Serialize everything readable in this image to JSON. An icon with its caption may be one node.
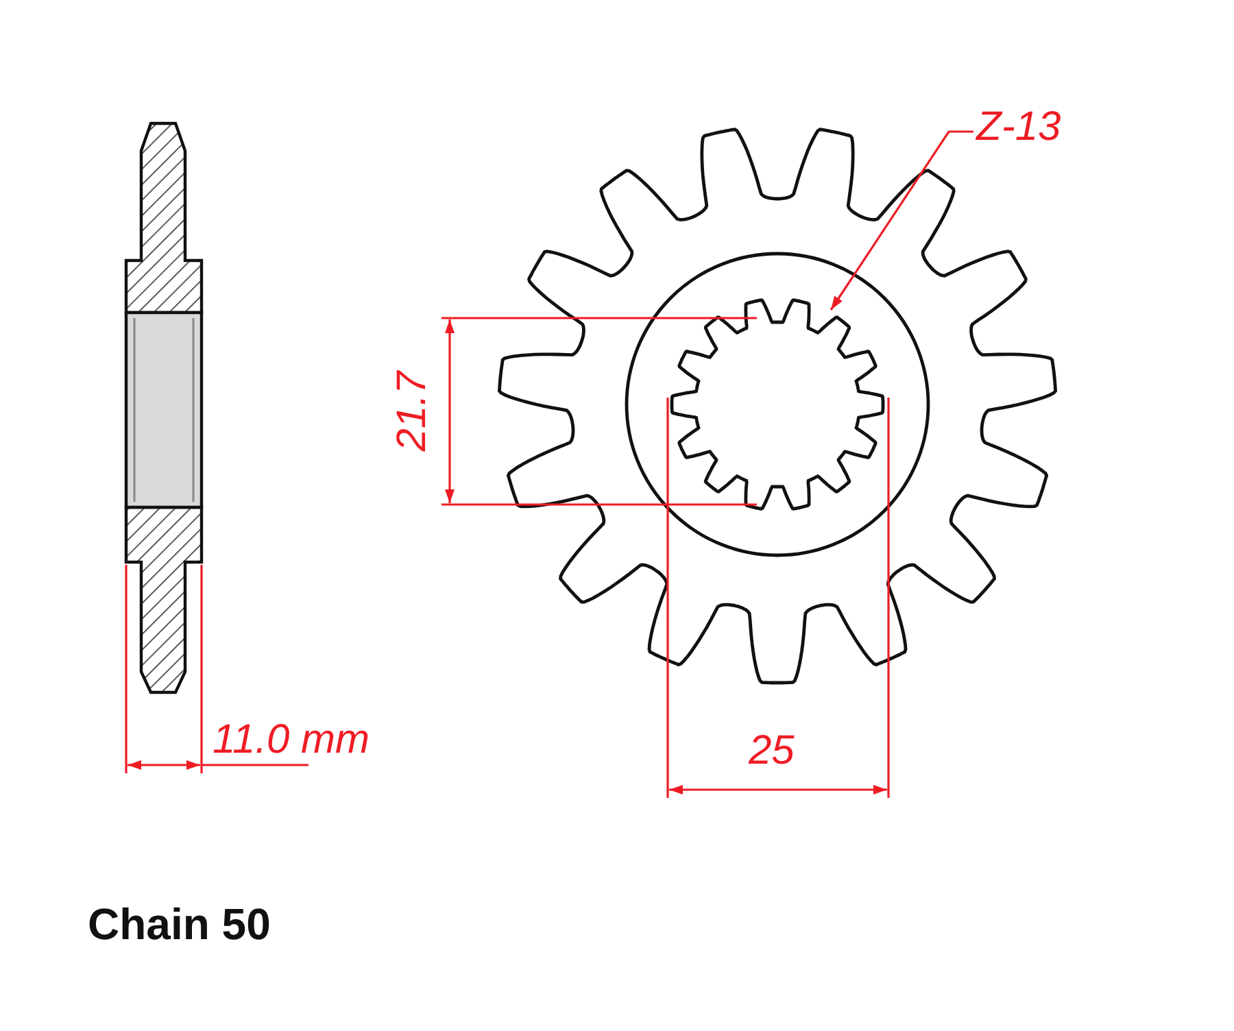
{
  "diagram": {
    "nodes": [
      {
        "text": [
          "Z-13"
        ]
      },
      {
        "text": [],
        "shape": "picture"
      }
    ],
    "edges": [
      {
        "from": 0,
        "to": 1,
        "arrow": "to",
        "color": "#ee1c24"
      }
    ],
    "labels": [
      "21.7",
      "11.0 mm",
      "25",
      "Chain 50"
    ]
  }
}
